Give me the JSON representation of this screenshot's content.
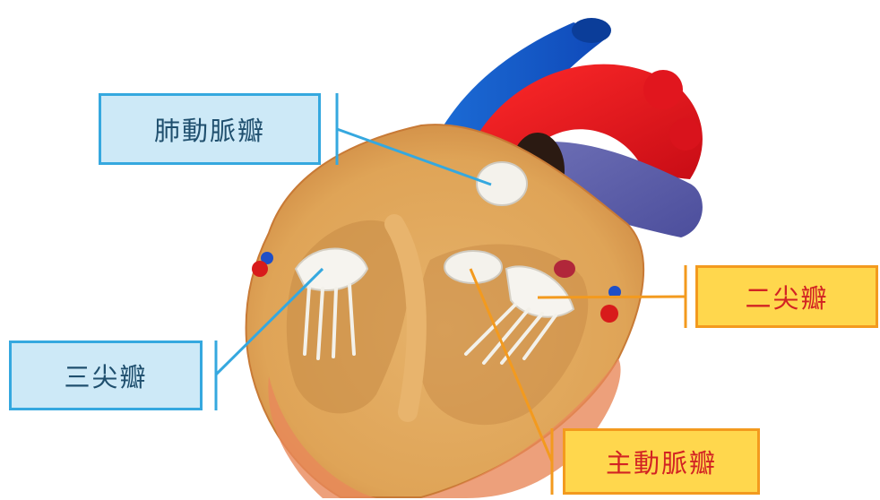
{
  "labels": {
    "pulmonary_valve": "肺動脈瓣",
    "tricuspid_valve": "三尖瓣",
    "mitral_valve": "二尖瓣",
    "aortic_valve": "主動脈瓣"
  },
  "colors": {
    "blue_label_fill": "#cde9f7",
    "blue_label_border": "#35a8df",
    "orange_label_fill": "#ffd74d",
    "orange_label_border": "#f39a1e",
    "orange_label_text": "#d22323"
  }
}
